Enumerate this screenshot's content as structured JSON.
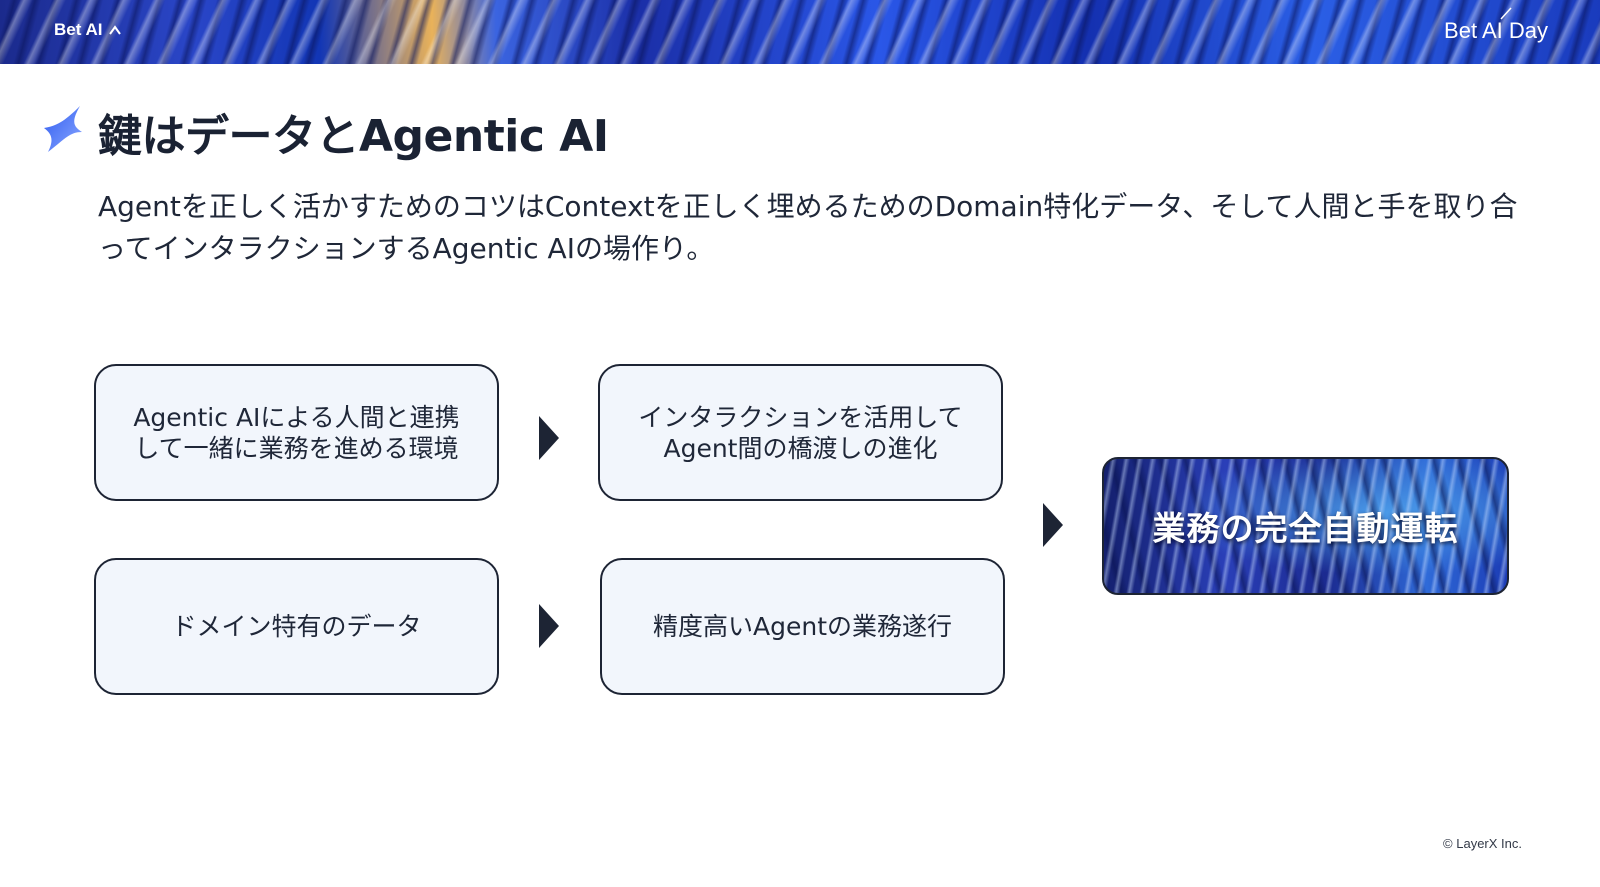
{
  "header": {
    "left_brand": "Bet AI",
    "right_brand": "Bet AI Day",
    "left_icon": "chevron-up-icon",
    "right_icon": "spark-icon"
  },
  "slide": {
    "title": "鍵はデータとAgentic AI",
    "title_icon": "four-point-star-icon",
    "description": "Agentを正しく活かすためのコツはContextを正しく埋めるためのDomain特化データ、そして人間と手を取り合ってインタラクションするAgentic AIの場作り。"
  },
  "flow": {
    "box_top_left": "Agentic AIによる人間と連携\nして一緒に業務を進める環境",
    "box_top_right": "インタラクションを活用して\nAgent間の橋渡しの進化",
    "box_bottom_left": "ドメイン特有のデータ",
    "box_bottom_right": "精度高いAgentの業務遂行",
    "result": "業務の完全自動運転",
    "arrow_icon": "triangle-right-icon"
  },
  "footer": {
    "copyright": "© LayerX Inc."
  },
  "colors": {
    "accent_blue": "#2a46c8",
    "box_fill": "#f2f6fc",
    "box_border": "#1d2434",
    "text": "#1a2233"
  }
}
